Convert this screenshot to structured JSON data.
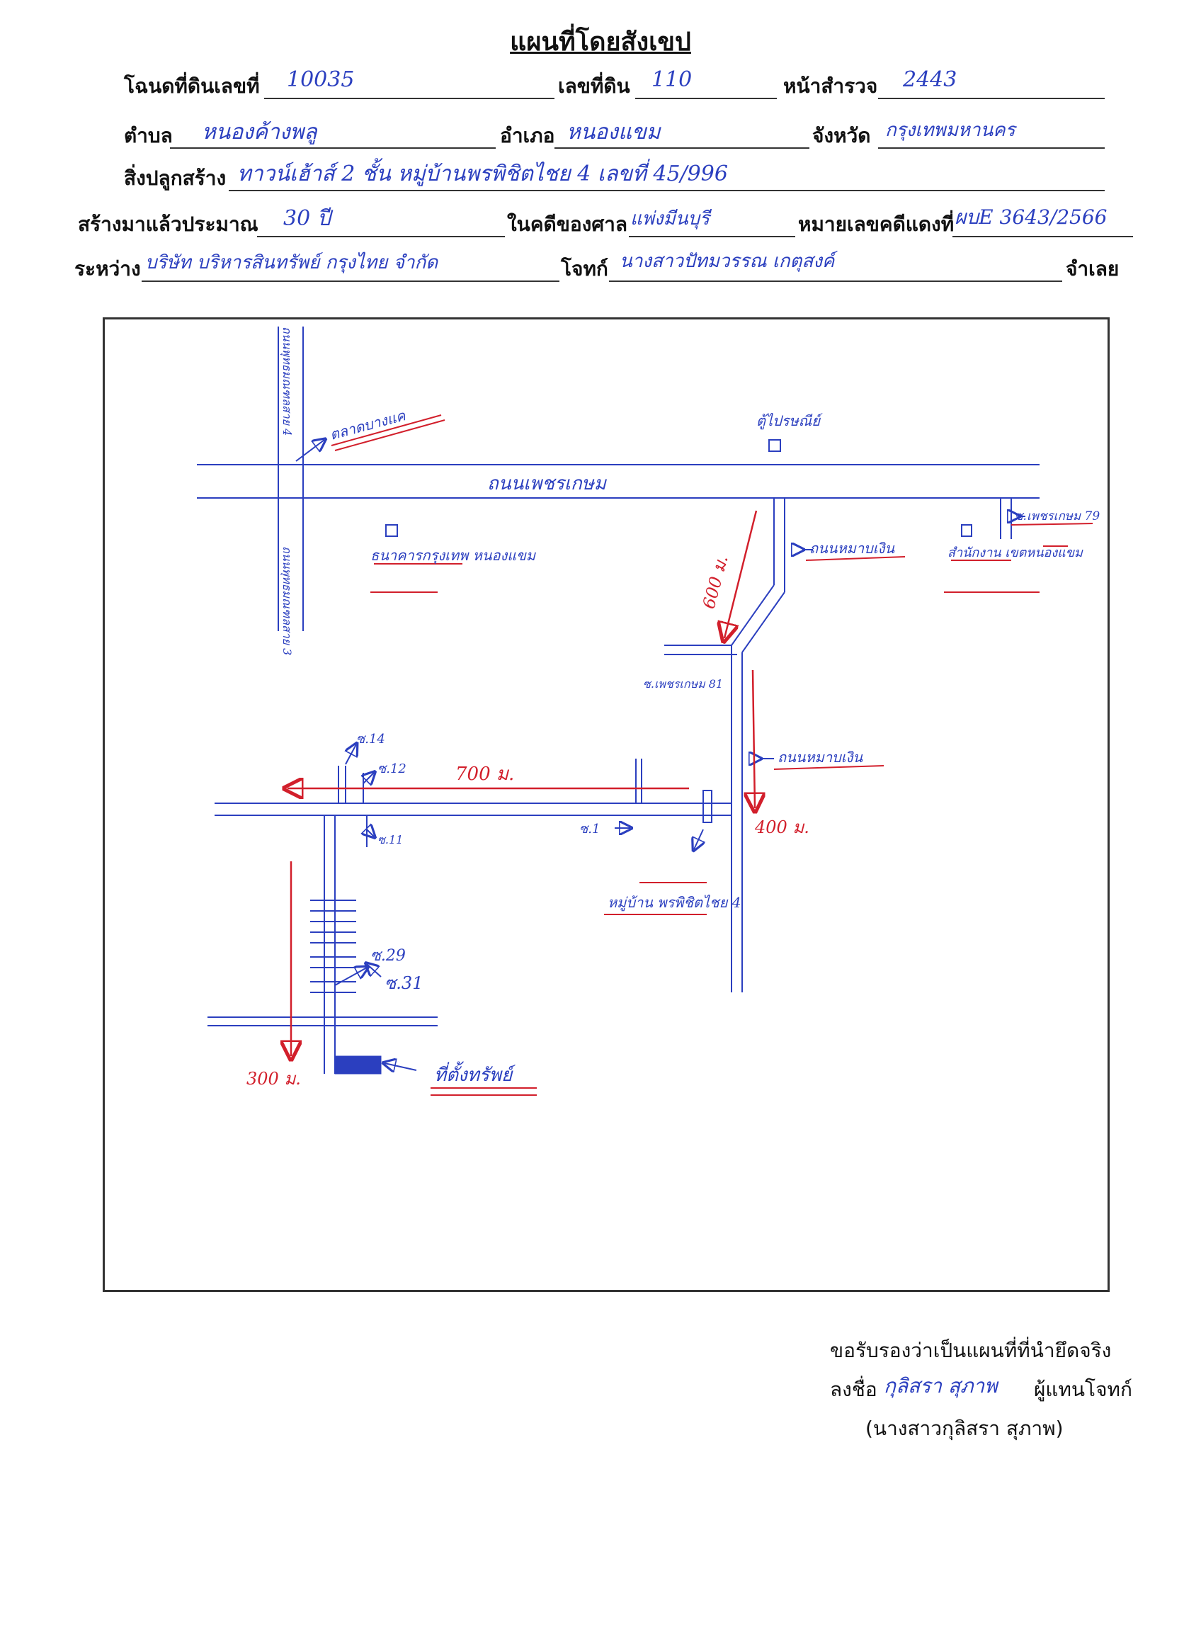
{
  "title": "แผนที่โดยสังเขป",
  "form": {
    "deed_label": "โฉนดที่ดินเลขที่",
    "deed_value": "10035",
    "land_no_label": "เลขที่ดิน",
    "land_no_value": "110",
    "survey_page_label": "หน้าสำรวจ",
    "survey_page_value": "2443",
    "subdistrict_label": "ตำบล",
    "subdistrict_value": "หนองค้างพลู",
    "district_label": "อำเภอ",
    "district_value": "หนองแขม",
    "province_label": "จังหวัด",
    "province_value": "กรุงเทพมหานคร",
    "building_label": "สิ่งปลูกสร้าง",
    "building_value": "ทาวน์เฮ้าส์ 2 ชั้น หมู่บ้านพรพิชิตไชย 4 เลขที่ 45/996",
    "age_label": "สร้างมาแล้วประมาณ",
    "age_value": "30 ปี",
    "court_label": "ในคดีของศาล",
    "court_value": "แพ่งมีนบุรี",
    "case_label": "หมายเลขคดีแดงที่",
    "case_value": "ผบE 3643/2566",
    "between_label": "ระหว่าง",
    "plaintiff_value": "บริษัท บริหารสินทรัพย์ กรุงไทย จำกัด",
    "plaintiff_label": "โจทก์",
    "defendant_value": "นางสาวปัทมวรรณ เกตุสงค์",
    "defendant_label": "จำเลย"
  },
  "map": {
    "road_main": "ถนนเพชรเกษม",
    "road_left_top": "ถนนพุทธมณฑลสาย 4",
    "road_left_bottom": "ถนนพุทธมณฑลสาย 3",
    "label_market": "ตลาดบางแค",
    "label_post": "ตู้ไปรษณีย์",
    "label_bank": "ธนาคารกรุงเทพ หนองแขม",
    "label_road_hmb": "ถนนหมาบเงิน",
    "label_office": "สำนักงาน เขตหนองแขม",
    "label_soi": "ซ.เพชรเกษม 79",
    "label_alley": "ซ.เพชรเกษม 81",
    "label_dist_600": "600 ม.",
    "label_road_hmb2": "ถนนหมาบเงิน",
    "label_dist_700": "700 ม.",
    "label_dist_400": "400 ม.",
    "label_s14": "ซ.14",
    "label_s12": "ซ.12",
    "label_s11": "ซ.11",
    "label_s1": "ซ.1",
    "label_village": "หมู่บ้าน พรพิชิตไชย 4",
    "label_s29": "ซ.29",
    "label_s31": "ซ.31",
    "label_dist_300": "300 ม.",
    "label_property": "ที่ตั้งทรัพย์"
  },
  "signature": {
    "certify": "ขอรับรองว่าเป็นแผนที่ที่นำยึดจริง",
    "sign_label": "ลงชื่อ",
    "sign_name": "กุลิสรา สุภาพ",
    "role": "ผู้แทนโจทก์",
    "printed_name": "(นางสาวกุลิสรา สุภาพ)"
  },
  "colors": {
    "ink_blue": "#2b3fbf",
    "ink_red": "#d21f2b"
  }
}
